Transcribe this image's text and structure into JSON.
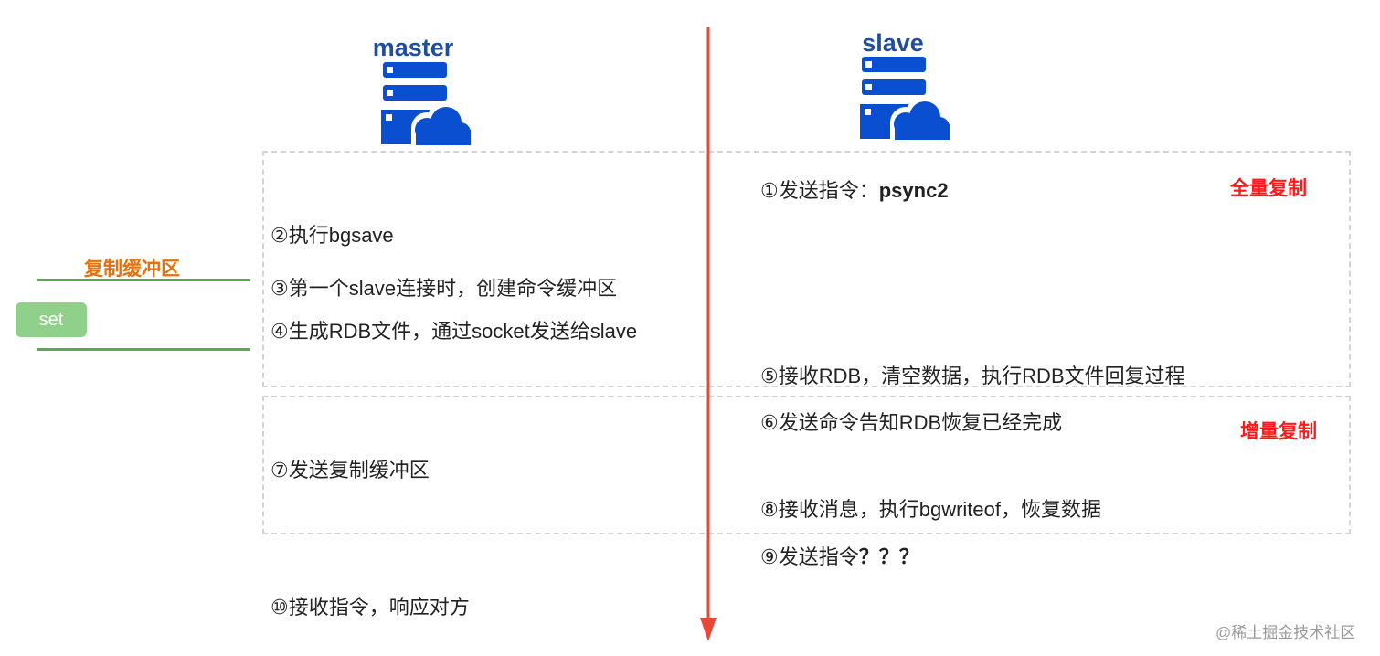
{
  "nodes": {
    "master": {
      "title": "master"
    },
    "slave": {
      "title": "slave"
    }
  },
  "buffer": {
    "title": "复制缓冲区",
    "item": "set"
  },
  "phases": {
    "full": "全量复制",
    "incremental": "增量复制"
  },
  "steps": {
    "s1_prefix": "①发送指令：",
    "s1_cmd": "psync2",
    "s2": "②执行bgsave",
    "s3": "③第一个slave连接时，创建命令缓冲区",
    "s4": "④生成RDB文件，通过socket发送给slave",
    "s5": "⑤接收RDB，清空数据，执行RDB文件回复过程",
    "s6": "⑥发送命令告知RDB恢复已经完成",
    "s7": "⑦发送复制缓冲区",
    "s8": "⑧接收消息，执行bgwriteof，恢复数据",
    "s9_prefix": "⑨发送指令",
    "s9_cmd": "？？？",
    "s10": "⑩接收指令，响应对方"
  },
  "watermark": "@稀土掘金技术社区",
  "colors": {
    "server_icon": "#0b4fd1",
    "timeline": "#e8473a",
    "phase_label": "#ff1a1a",
    "buffer_title": "#e8700a",
    "buffer_line": "#5aab4f",
    "set_chip": "#8fd18b"
  }
}
